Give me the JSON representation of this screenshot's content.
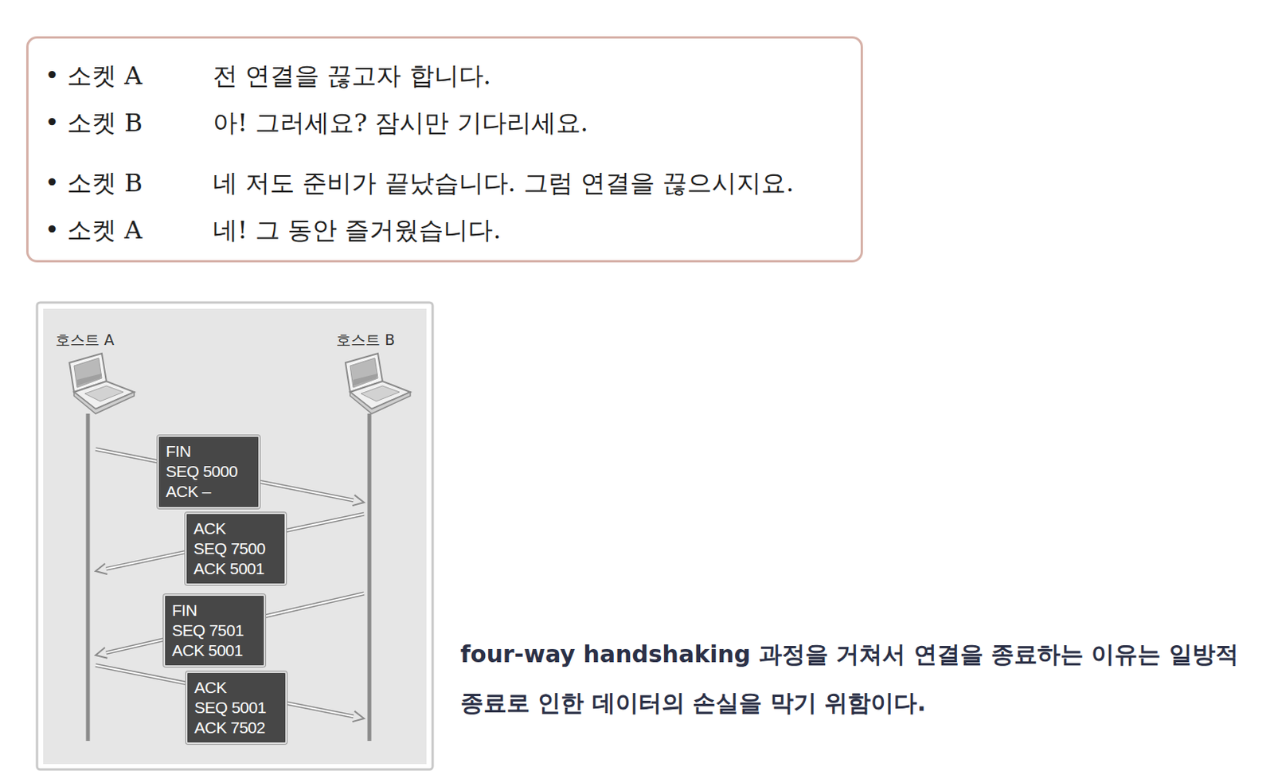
{
  "diagram": {
    "caption": "four-way handshaking 과정을 거쳐서 연결을 종료하는 이유는 일방적 종료로 인한 데이터의 손실을 막기 위함이다.",
    "nodes": [
      {
        "text": [
          "• 소켓 A",
          "전 연결을 끊고자 합니다.",
          "• 소켓 B",
          "아! 그러세요? 잠시만 기다리세요.",
          "• 소켓 B",
          "네 저도 준비가 끝났습니다. 그럼 연결을 끊으시지요.",
          "• 소켓 A",
          "네! 그 동안 즐거웠습니다."
        ]
      },
      {
        "text": [
          "FIN",
          "SEQ 5000",
          "ACK –"
        ]
      },
      {
        "text": [
          "ACK",
          "SEQ 7500",
          "ACK 5001"
        ]
      },
      {
        "text": [
          "FIN",
          "SEQ 7501",
          "ACK 5001"
        ]
      },
      {
        "text": [
          "ACK",
          "SEQ 5001",
          "ACK 7502"
        ]
      }
    ],
    "labels": [
      "호스트 A",
      "호스트 B"
    ]
  }
}
